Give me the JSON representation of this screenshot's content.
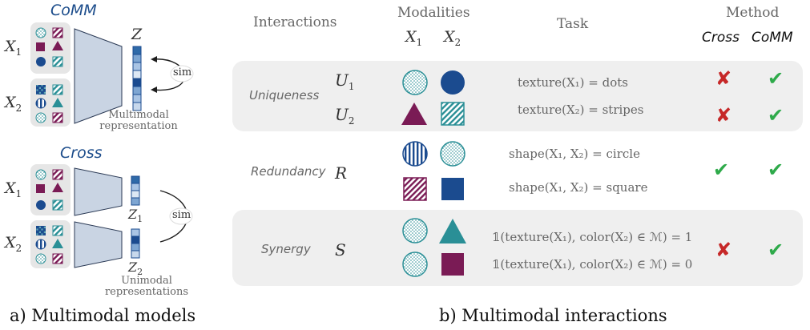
{
  "left": {
    "comm_title": "CoMM",
    "cross_title": "Cross",
    "x1": "X",
    "x2": "X",
    "sub1": "1",
    "sub2": "2",
    "z": "Z",
    "z1": "Z",
    "z2": "Z",
    "sim_top": "sim",
    "sim_bottom": "sim",
    "multimodal_rep": [
      "Multimodal",
      "representation"
    ],
    "unimodal_rep": [
      "Unimodal",
      "representations"
    ],
    "caption": "a) Multimodal models"
  },
  "right": {
    "headers": {
      "interactions": "Interactions",
      "modalities": "Modalities",
      "x1": "X",
      "x2": "X",
      "task": "Task",
      "method": "Method",
      "cross": "Cross",
      "comm": "CoMM"
    },
    "rows": [
      {
        "group": "Uniqueness",
        "symbol": "U",
        "sub": "1",
        "task": "texture(X₁) = dots",
        "cross": "✘",
        "comm": "✔"
      },
      {
        "group": "",
        "symbol": "U",
        "sub": "2",
        "task": "texture(X₂) = stripes",
        "cross": "✘",
        "comm": "✔"
      },
      {
        "group": "Redundancy",
        "symbol": "R",
        "sub": "",
        "task": "shape(X₁, X₂) = circle",
        "cross": "✔",
        "comm": "✔"
      },
      {
        "group": "",
        "symbol": "",
        "sub": "",
        "task": "shape(X₁, X₂) = square",
        "cross": "",
        "comm": ""
      },
      {
        "group": "Synergy",
        "symbol": "S",
        "sub": "",
        "task": "𝟙(texture(X₁), color(X₂) ∈ ℳ) = 1",
        "cross": "✘",
        "comm": "✔"
      },
      {
        "group": "",
        "symbol": "",
        "sub": "",
        "task": "𝟙(texture(X₁), color(X₂) ∈ ℳ) = 0",
        "cross": "",
        "comm": ""
      }
    ],
    "caption": "b) Multimodal interactions"
  },
  "colors": {
    "navy": "#1b4b8f",
    "purple": "#7a1b55",
    "teal": "#2a8f96",
    "panel": "#efefef",
    "trapezoid": "#c9d4e3",
    "check": "#2eaa4a",
    "cross": "#c62828"
  }
}
